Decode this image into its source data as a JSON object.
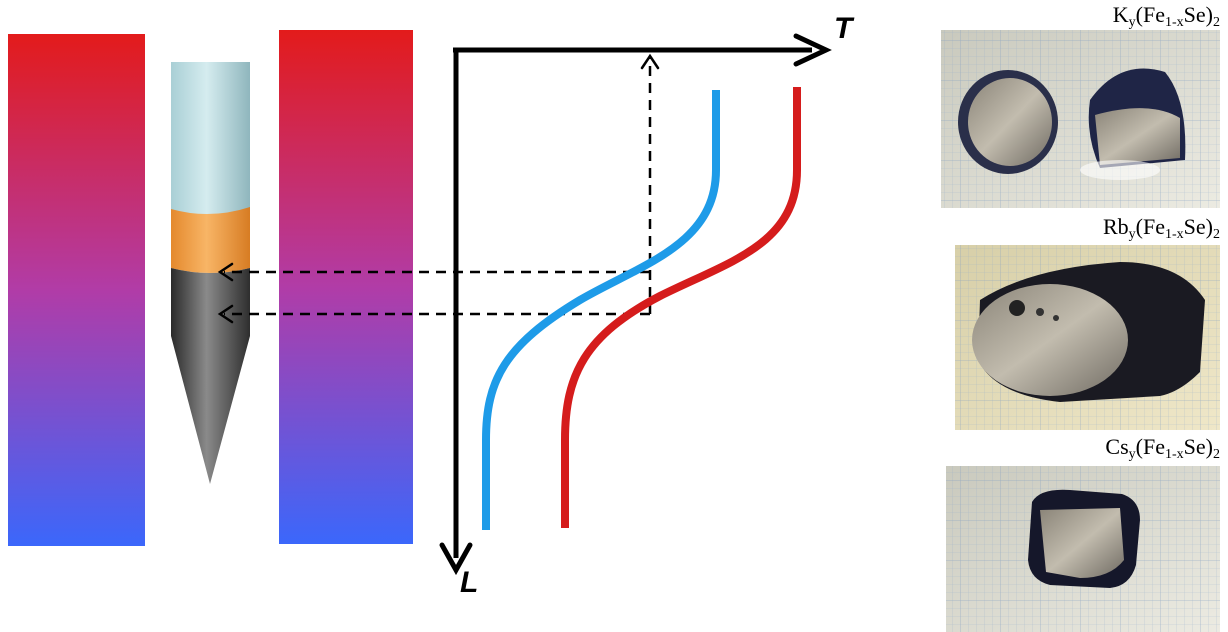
{
  "axes": {
    "x_label": "T",
    "y_label": "L"
  },
  "colors": {
    "hot": "#e21b1b",
    "cold": "#3e6bff",
    "blue_profile": "#1e9be8",
    "red_profile": "#d51c1c",
    "seed_crystal": "#b6d8dc",
    "melt_zone": "#f4a24a",
    "grown_crystal": "#3f3f3f"
  },
  "samples": [
    {
      "element": "K",
      "sub1": "y",
      "mid": "(Fe",
      "sub2": "1-x",
      "tail": "Se)",
      "sub3": "2"
    },
    {
      "element": "Rb",
      "sub1": "y",
      "mid": "(Fe",
      "sub2": "1-x",
      "tail": "Se)",
      "sub3": "2"
    },
    {
      "element": "Cs",
      "sub1": "y",
      "mid": "(Fe",
      "sub2": "1-x",
      "tail": "Se)",
      "sub3": "2"
    }
  ]
}
